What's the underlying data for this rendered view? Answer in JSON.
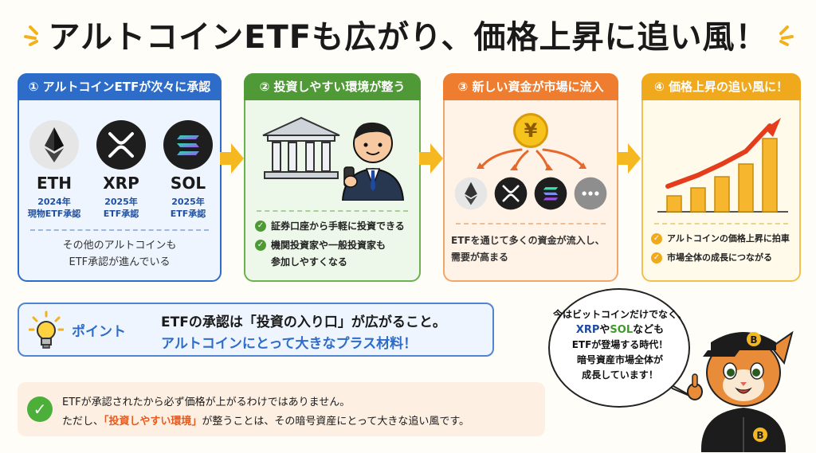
{
  "title": "アルトコインETFも広がり、価格上昇に追い風！",
  "panels": [
    {
      "header": "① アルトコインETFが次々に承認",
      "coins": [
        {
          "symbol": "ETH",
          "year": "2024年",
          "status": "現物ETF承認",
          "icon": "ethereum-icon"
        },
        {
          "symbol": "XRP",
          "year": "2025年",
          "status": "ETF承認",
          "icon": "xrp-icon"
        },
        {
          "symbol": "SOL",
          "year": "2025年",
          "status": "ETF承認",
          "icon": "solana-icon"
        }
      ],
      "note_line1": "その他のアルトコインも",
      "note_line2": "ETF承認が進んでいる"
    },
    {
      "header": "② 投資しやすい環境が整う",
      "checks": [
        "証券口座から手軽に投資できる",
        "機関投資家や一般投資家も",
        "参加しやすくなる"
      ]
    },
    {
      "header": "③ 新しい資金が市場に流入",
      "coin_symbol": "¥",
      "note_line1": "ETFを通じて多くの資金が流入し、",
      "note_line2": "需要が高まる"
    },
    {
      "header": "④ 価格上昇の追い風に！",
      "chart_data": {
        "type": "bar",
        "values": [
          1,
          1.5,
          2.2,
          3,
          4.6
        ]
      },
      "checks": [
        "アルトコインの価格上昇に拍車",
        "市場全体の成長につながる"
      ]
    }
  ],
  "point": {
    "label": "ポイント",
    "line1_a": "ETFの承認は",
    "line1_b": "「投資の入り口」",
    "line1_c": "が広がること。",
    "line2": "アルトコインにとって大きなプラス材料！"
  },
  "caution": {
    "line1": "ETFが承認されたから必ず価格が上がるわけではありません。",
    "line2_a": "ただし、",
    "line2_b": "「投資しやすい環境」",
    "line2_c": "が整うことは、その暗号資産にとって大きな追い風です。"
  },
  "speech": {
    "line1": "今はビットコインだけでなく、",
    "xrp": "XRP",
    "ya": "や",
    "sol": "SOL",
    "nado": "なども",
    "line3": "ETFが登場する時代！",
    "line4": "暗号資産市場全体が",
    "line5": "成長しています！"
  },
  "mascot_cap_symbol": "B",
  "colors": {
    "blue": "#2d6cc8",
    "green": "#4f9a36",
    "orange": "#ee7d2f",
    "yellow": "#f0a91d",
    "red": "#e53c1c"
  }
}
